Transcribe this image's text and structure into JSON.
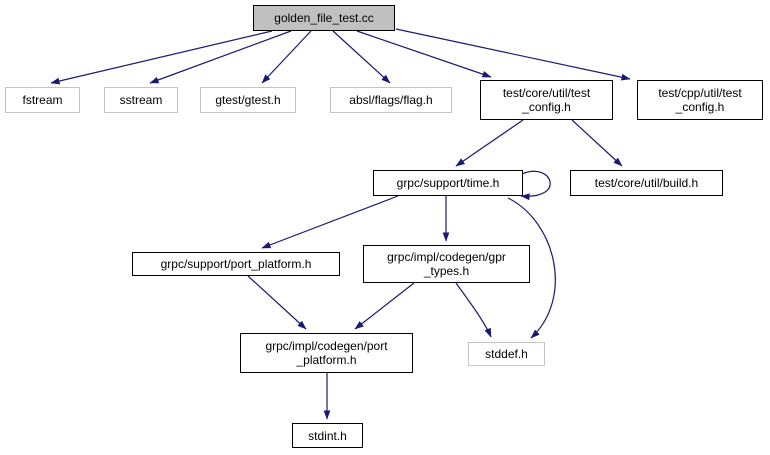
{
  "diagram": {
    "kind": "include-dependency-graph",
    "edge_color": "#191970",
    "root_fill": "#c0c0c0",
    "nodes": {
      "root": {
        "label": "golden_file_test.cc"
      },
      "fstream": {
        "label": "fstream"
      },
      "sstream": {
        "label": "sstream"
      },
      "gtest": {
        "label": "gtest/gtest.h"
      },
      "absl_flag": {
        "label": "absl/flags/flag.h"
      },
      "core_test_config": {
        "label": "test/core/util/test_config.h",
        "lines": [
          "test/core/util/test",
          "_config.h"
        ]
      },
      "cpp_test_config": {
        "label": "test/cpp/util/test_config.h",
        "lines": [
          "test/cpp/util/test",
          "_config.h"
        ]
      },
      "time": {
        "label": "grpc/support/time.h"
      },
      "build": {
        "label": "test/core/util/build.h"
      },
      "support_port_platform": {
        "label": "grpc/support/port_platform.h"
      },
      "gpr_types": {
        "label": "grpc/impl/codegen/gpr_types.h",
        "lines": [
          "grpc/impl/codegen/gpr",
          "_types.h"
        ]
      },
      "codegen_port_platform": {
        "label": "grpc/impl/codegen/port_platform.h",
        "lines": [
          "grpc/impl/codegen/port",
          "_platform.h"
        ]
      },
      "stddef": {
        "label": "stddef.h"
      },
      "stdint": {
        "label": "stdint.h"
      }
    },
    "edges": [
      {
        "from": "golden_file_test.cc",
        "to": "fstream"
      },
      {
        "from": "golden_file_test.cc",
        "to": "sstream"
      },
      {
        "from": "golden_file_test.cc",
        "to": "gtest/gtest.h"
      },
      {
        "from": "golden_file_test.cc",
        "to": "absl/flags/flag.h"
      },
      {
        "from": "golden_file_test.cc",
        "to": "test/core/util/test_config.h"
      },
      {
        "from": "golden_file_test.cc",
        "to": "test/cpp/util/test_config.h"
      },
      {
        "from": "test/core/util/test_config.h",
        "to": "grpc/support/time.h"
      },
      {
        "from": "test/core/util/test_config.h",
        "to": "test/core/util/build.h"
      },
      {
        "from": "grpc/support/time.h",
        "to": "grpc/support/time.h"
      },
      {
        "from": "grpc/support/time.h",
        "to": "grpc/support/port_platform.h"
      },
      {
        "from": "grpc/support/time.h",
        "to": "grpc/impl/codegen/gpr_types.h"
      },
      {
        "from": "grpc/support/time.h",
        "to": "stddef.h"
      },
      {
        "from": "grpc/impl/codegen/gpr_types.h",
        "to": "grpc/impl/codegen/port_platform.h"
      },
      {
        "from": "grpc/impl/codegen/gpr_types.h",
        "to": "stddef.h"
      },
      {
        "from": "grpc/support/port_platform.h",
        "to": "grpc/impl/codegen/port_platform.h"
      },
      {
        "from": "grpc/impl/codegen/port_platform.h",
        "to": "stdint.h"
      }
    ]
  }
}
